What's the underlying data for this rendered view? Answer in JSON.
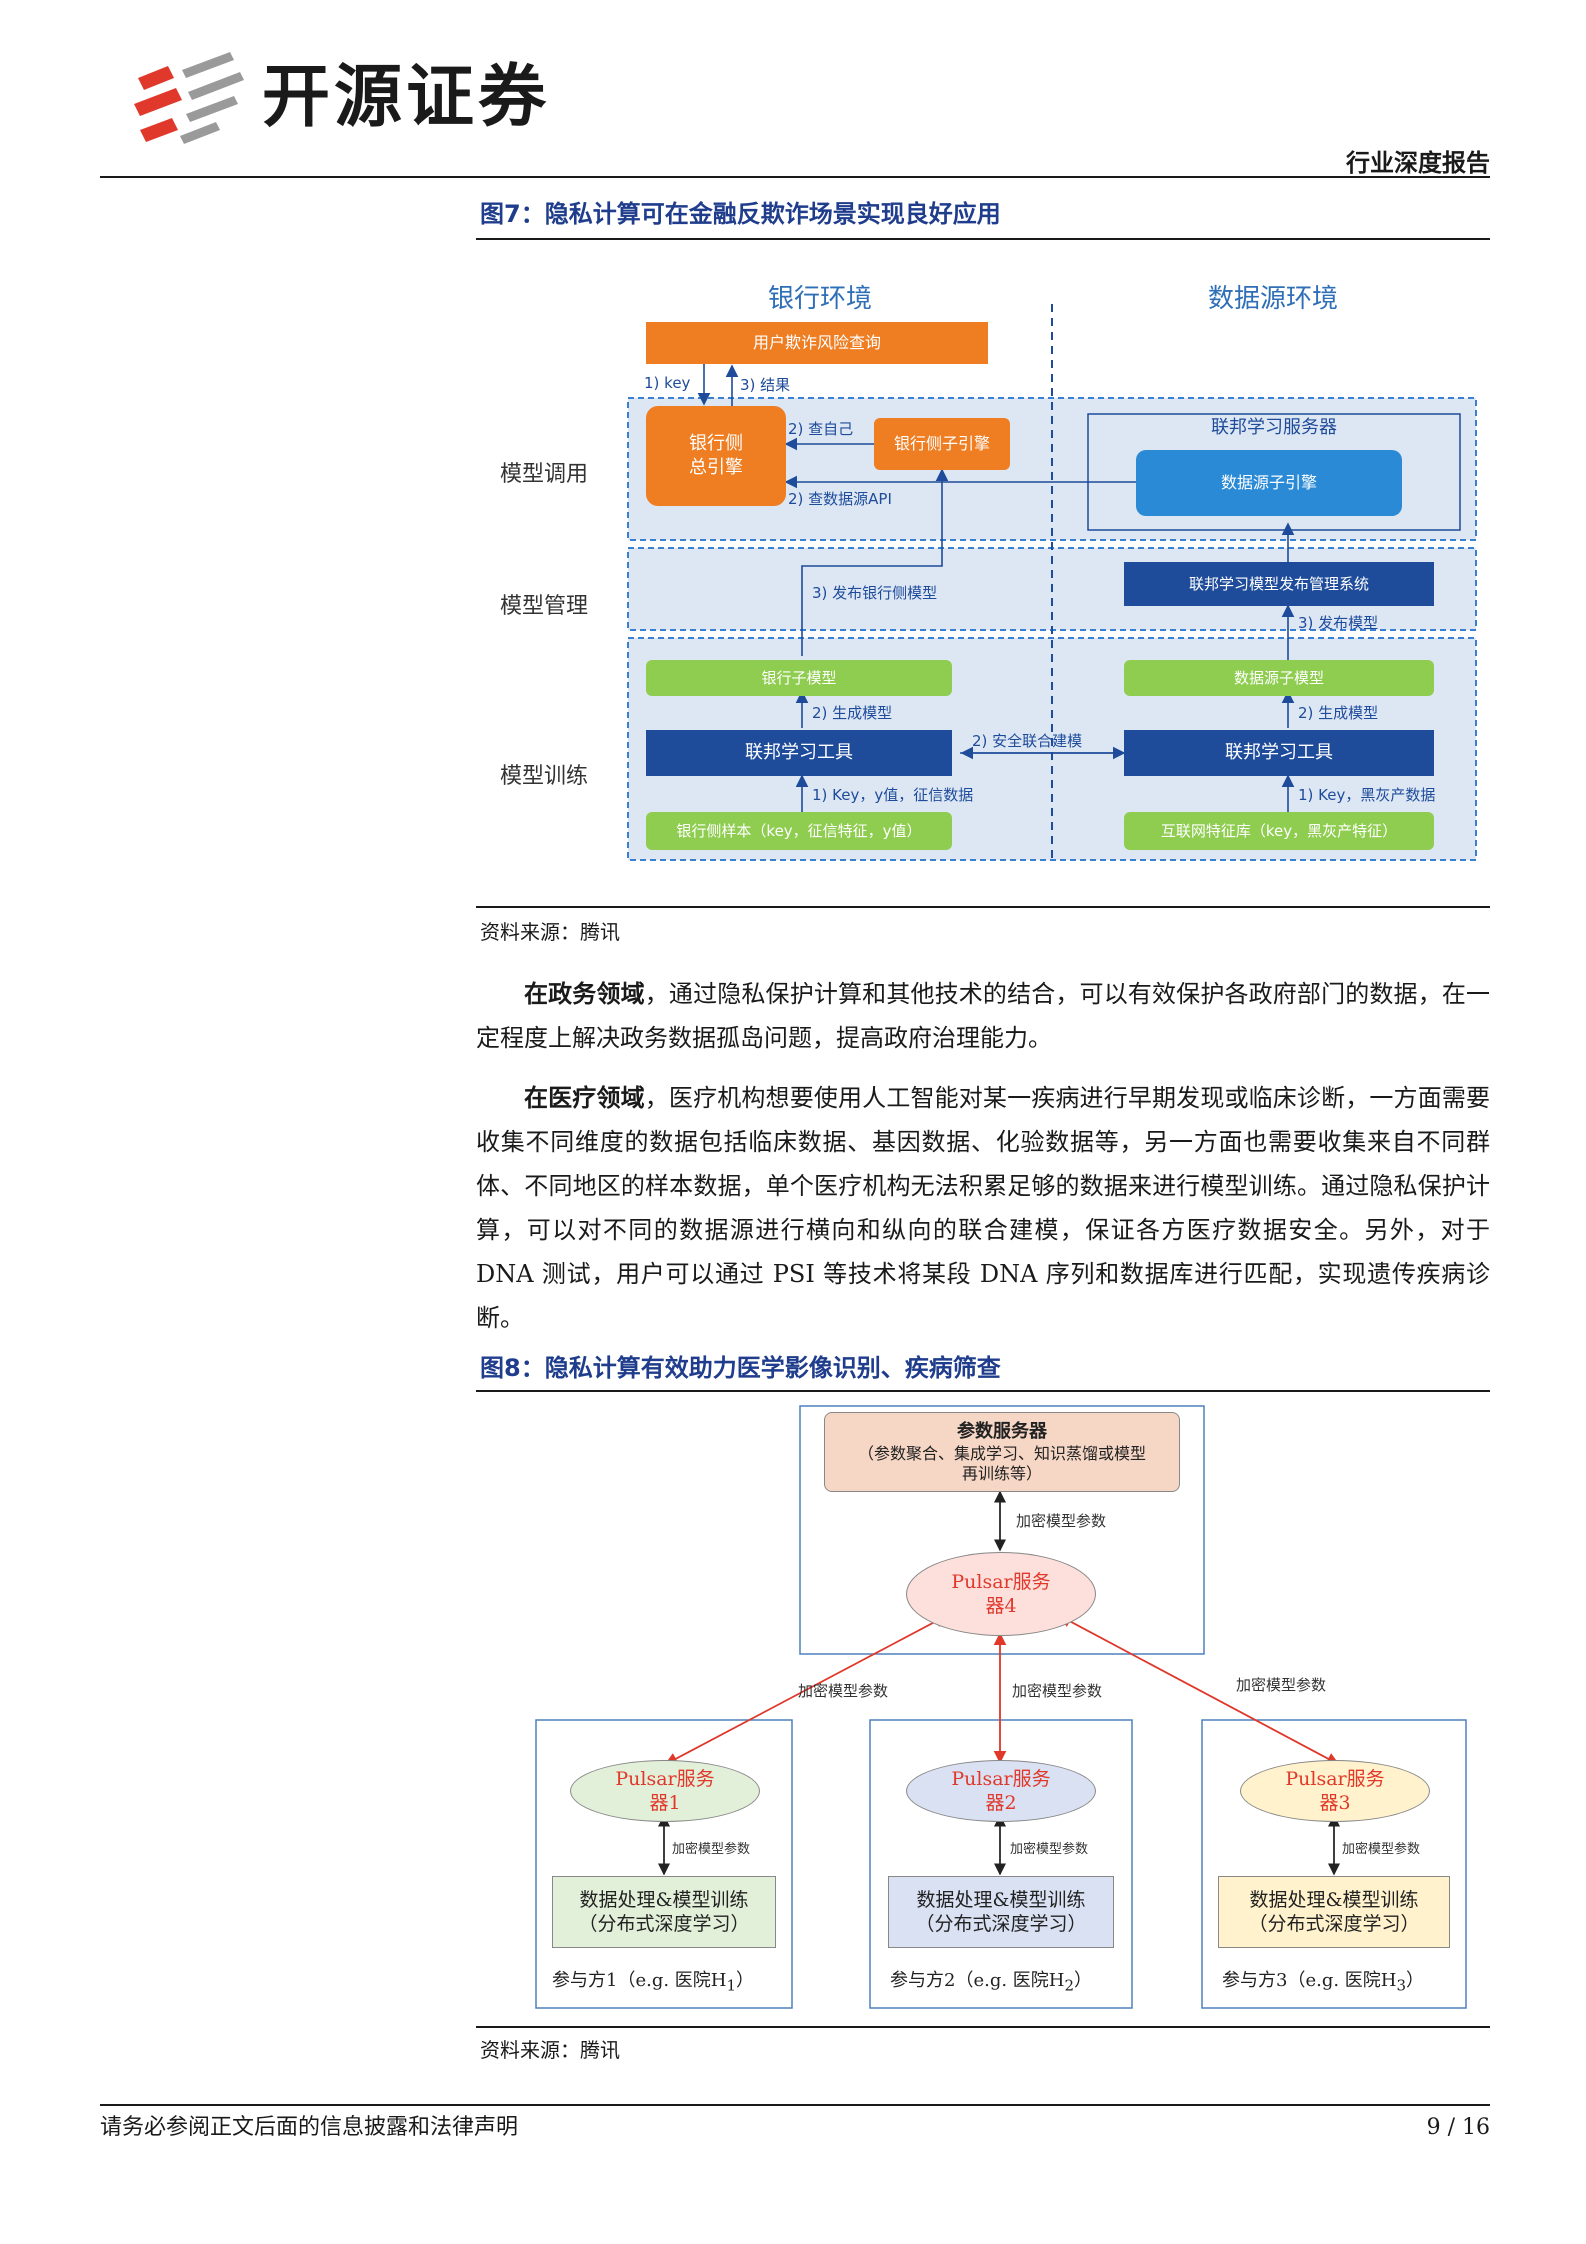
{
  "header": {
    "company": "开源证券",
    "report_type": "行业深度报告"
  },
  "colors": {
    "brand_red": "#e0392b",
    "brand_grey": "#9a9a9a",
    "figure_title": "#1f3d8c",
    "orange": "#ef7d22",
    "navy": "#1e4b9a",
    "green": "#8fcd50",
    "blue": "#2a8ad6"
  },
  "fig7": {
    "title": "图7：隐私计算可在金融反欺诈场景实现良好应用",
    "bank_env": "银行环境",
    "data_env": "数据源环境",
    "rows": {
      "invoke": "模型调用",
      "manage": "模型管理",
      "train": "模型训练"
    },
    "query_box": "用户欺诈风险查询",
    "bank_engine_l1": "银行侧",
    "bank_engine_l2": "总引擎",
    "bank_sub_engine": "银行侧子引擎",
    "fl_server": "联邦学习服务器",
    "data_sub_engine": "数据源子引擎",
    "publish_system": "联邦学习模型发布管理系统",
    "bank_sub_model": "银行子模型",
    "data_sub_model": "数据源子模型",
    "fl_tool_left": "联邦学习工具",
    "fl_tool_right": "联邦学习工具",
    "bank_samples": "银行侧样本（key，征信特征，y值）",
    "internet_features": "互联网特征库（key，黑灰产特征）",
    "labels": {
      "key": "1) key",
      "result": "3) 结果",
      "self_check": "2) 查自己",
      "datasource_api": "2) 查数据源API",
      "publish_bank": "3) 发布银行侧模型",
      "publish_model": "3) 发布模型",
      "gen_left": "2) 生成模型",
      "gen_right": "2) 生成模型",
      "secure": "2) 安全联合建模",
      "input_left": "1) Key，y值，征信数据",
      "input_right": "1) Key，黑灰产数据"
    },
    "source": "资料来源：腾讯"
  },
  "paragraphs": [
    {
      "lead": "在政务领域",
      "text": "，通过隐私保护计算和其他技术的结合，可以有效保护各政府部门的数据，在一定程度上解决政务数据孤岛问题，提高政府治理能力。"
    },
    {
      "lead": "在医疗领域",
      "text": "，医疗机构想要使用人工智能对某一疾病进行早期发现或临床诊断，一方面需要收集不同维度的数据包括临床数据、基因数据、化验数据等，另一方面也需要收集来自不同群体、不同地区的样本数据，单个医疗机构无法积累足够的数据来进行模型训练。通过隐私保护计算，可以对不同的数据源进行横向和纵向的联合建模，保证各方医疗数据安全。另外，对于 DNA 测试，用户可以通过 PSI 等技术将某段 DNA 序列和数据库进行匹配，实现遗传疾病诊断。"
    }
  ],
  "fig8": {
    "title": "图8：隐私计算有效助力医学影像识别、疾病筛查",
    "param_server_title": "参数服务器",
    "param_server_desc_l1": "（参数聚合、集成学习、知识蒸馏或模型",
    "param_server_desc_l2": "再训练等）",
    "pulsar4_l1": "Pulsar服务",
    "pulsar4_l2": "器4",
    "enc_label": "加密模型参数",
    "participants": [
      {
        "server_l1": "Pulsar服务",
        "server_l2": "器1",
        "work_l1": "数据处理&模型训练",
        "work_l2": "（分布式深度学习）",
        "label": "参与方1（e.g. 医院H",
        "sub": "1",
        "close": "）"
      },
      {
        "server_l1": "Pulsar服务",
        "server_l2": "器2",
        "work_l1": "数据处理&模型训练",
        "work_l2": "（分布式深度学习）",
        "label": "参与方2（e.g. 医院H",
        "sub": "2",
        "close": "）"
      },
      {
        "server_l1": "Pulsar服务",
        "server_l2": "器3",
        "work_l1": "数据处理&模型训练",
        "work_l2": "（分布式深度学习）",
        "label": "参与方3（e.g. 医院H",
        "sub": "3",
        "close": "）"
      }
    ],
    "source": "资料来源：腾讯"
  },
  "footer": {
    "disclaimer": "请务必参阅正文后面的信息披露和法律声明",
    "page": "9 / 16"
  }
}
